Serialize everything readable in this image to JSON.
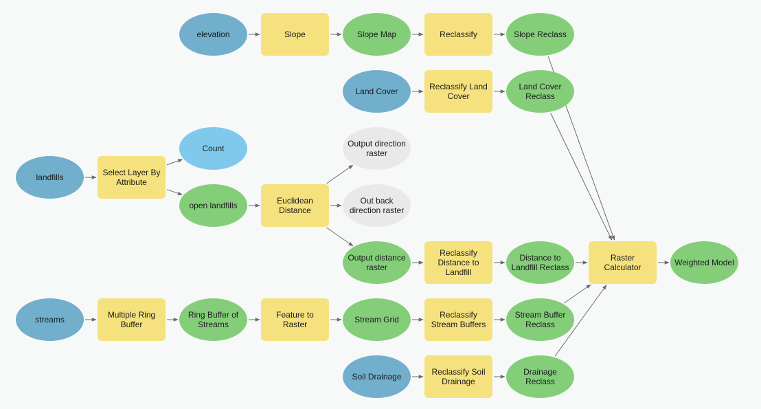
{
  "colors": {
    "background": "#f7f8f8",
    "input_data": "#71afcc",
    "tool": "#f5e27f",
    "derived_data": "#84ce7a",
    "variable": "#80c9ec",
    "unused_output": "#e9e9e9",
    "connector": "#6b6b6b"
  },
  "nodes": {
    "elevation": "elevation",
    "slope": "Slope",
    "slope_map": "Slope Map",
    "reclassify": "Reclassify",
    "slope_reclass": "Slope Reclass",
    "land_cover": "Land Cover",
    "reclassify_land_cover": "Reclassify Land\nCover",
    "land_cover_reclass": "Land Cover\nReclass",
    "count": "Count",
    "landfills": "landfills",
    "select_layer_by_attribute": "Select Layer By\nAttribute",
    "open_landfills": "open landfills",
    "euclidean_distance": "Euclidean\nDistance",
    "output_direction_raster": "Output direction\nraster",
    "out_back_direction_raster": "Out back\ndirection raster",
    "output_distance_raster": "Output distance\nraster",
    "reclassify_distance": "Reclassify\nDistance to\nLandfill",
    "distance_reclass": "Distance to\nLandfill Reclass",
    "raster_calculator": "Raster\nCalculator",
    "weighted_model": "Weighted Model",
    "streams": "streams",
    "multiple_ring_buffer": "Multiple Ring\nBuffer",
    "ring_buffer": "Ring Buffer of\nStreams",
    "feature_to_raster": "Feature to\nRaster",
    "stream_grid": "Stream Grid",
    "reclassify_stream_buffers": "Reclassify\nStream Buffers",
    "stream_buffer_reclass": "Stream Buffer\nReclass",
    "soil_drainage": "Soil Drainage",
    "reclassify_soil_drainage": "Reclassify Soil\nDrainage",
    "drainage_reclass": "Drainage\nReclass"
  },
  "edges": [
    [
      "elevation",
      "slope"
    ],
    [
      "slope",
      "slope_map"
    ],
    [
      "slope_map",
      "reclassify"
    ],
    [
      "reclassify",
      "slope_reclass"
    ],
    [
      "land_cover",
      "reclassify_land_cover"
    ],
    [
      "reclassify_land_cover",
      "land_cover_reclass"
    ],
    [
      "landfills",
      "select_layer_by_attribute"
    ],
    [
      "select_layer_by_attribute",
      "count"
    ],
    [
      "select_layer_by_attribute",
      "open_landfills"
    ],
    [
      "open_landfills",
      "euclidean_distance"
    ],
    [
      "euclidean_distance",
      "output_direction_raster"
    ],
    [
      "euclidean_distance",
      "out_back_direction_raster"
    ],
    [
      "euclidean_distance",
      "output_distance_raster"
    ],
    [
      "output_distance_raster",
      "reclassify_distance"
    ],
    [
      "reclassify_distance",
      "distance_reclass"
    ],
    [
      "distance_reclass",
      "raster_calculator"
    ],
    [
      "slope_reclass",
      "raster_calculator"
    ],
    [
      "land_cover_reclass",
      "raster_calculator"
    ],
    [
      "stream_buffer_reclass",
      "raster_calculator"
    ],
    [
      "drainage_reclass",
      "raster_calculator"
    ],
    [
      "raster_calculator",
      "weighted_model"
    ],
    [
      "streams",
      "multiple_ring_buffer"
    ],
    [
      "multiple_ring_buffer",
      "ring_buffer"
    ],
    [
      "ring_buffer",
      "feature_to_raster"
    ],
    [
      "feature_to_raster",
      "stream_grid"
    ],
    [
      "stream_grid",
      "reclassify_stream_buffers"
    ],
    [
      "reclassify_stream_buffers",
      "stream_buffer_reclass"
    ],
    [
      "soil_drainage",
      "reclassify_soil_drainage"
    ],
    [
      "reclassify_soil_drainage",
      "drainage_reclass"
    ]
  ]
}
